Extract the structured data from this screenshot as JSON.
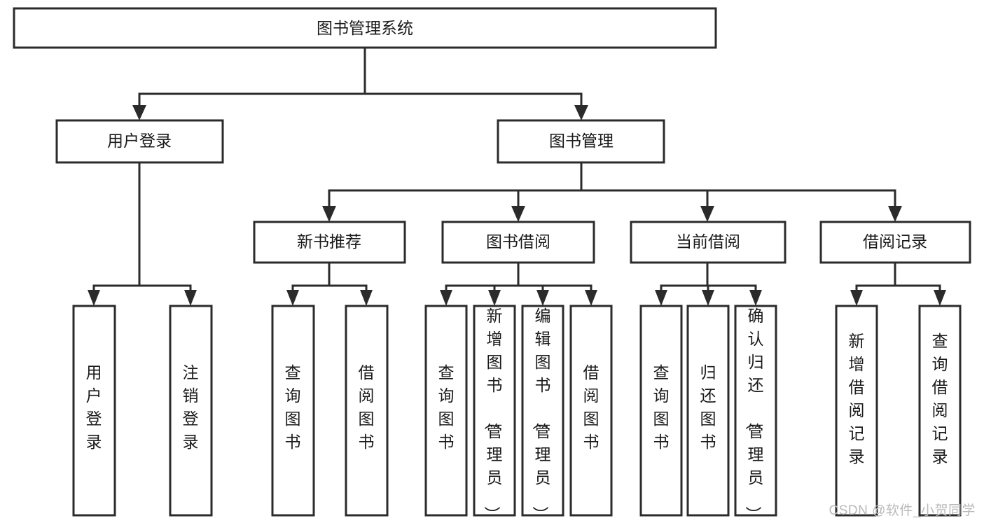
{
  "diagram": {
    "type": "tree-hierarchy-chart",
    "orientation": "top-down",
    "levels": 4,
    "root": {
      "id": "root",
      "label": "图书管理系统"
    },
    "level1": [
      {
        "id": "user-login",
        "label": "用户登录"
      },
      {
        "id": "book-management",
        "label": "图书管理"
      }
    ],
    "level2": [
      {
        "id": "new-book-recommend",
        "label": "新书推荐",
        "parent": "book-management"
      },
      {
        "id": "book-borrow",
        "label": "图书借阅",
        "parent": "book-management"
      },
      {
        "id": "current-borrow",
        "label": "当前借阅",
        "parent": "book-management"
      },
      {
        "id": "borrow-record",
        "label": "借阅记录",
        "parent": "book-management"
      }
    ],
    "leaves": [
      {
        "id": "leaf-user-login",
        "label": "用户登录",
        "parent": "user-login"
      },
      {
        "id": "leaf-logout-login",
        "label": "注销登录",
        "parent": "user-login"
      },
      {
        "id": "leaf-query-book-1",
        "label": "查询图书",
        "parent": "new-book-recommend"
      },
      {
        "id": "leaf-borrow-book-1",
        "label": "借阅图书",
        "parent": "new-book-recommend"
      },
      {
        "id": "leaf-query-book-2",
        "label": "查询图书",
        "parent": "book-borrow"
      },
      {
        "id": "leaf-add-book",
        "label": "新增图书（管理员）",
        "parent": "book-borrow"
      },
      {
        "id": "leaf-edit-book",
        "label": "编辑图书（管理员）",
        "parent": "book-borrow"
      },
      {
        "id": "leaf-borrow-book-2",
        "label": "借阅图书",
        "parent": "book-borrow"
      },
      {
        "id": "leaf-query-book-3",
        "label": "查询图书",
        "parent": "current-borrow"
      },
      {
        "id": "leaf-return-book",
        "label": "归还图书",
        "parent": "current-borrow"
      },
      {
        "id": "leaf-confirm-return",
        "label": "确认归还（管理员）",
        "parent": "current-borrow"
      },
      {
        "id": "leaf-add-record",
        "label": "新增借阅记录",
        "parent": "borrow-record"
      },
      {
        "id": "leaf-query-record",
        "label": "查询借阅记录",
        "parent": "borrow-record"
      }
    ],
    "colors": {
      "box_stroke": "#2b2b2b",
      "box_fill": "#ffffff",
      "connector": "#2b2b2b",
      "text": "#1a1a1a",
      "background": "#ffffff",
      "watermark": "#b9b9b9"
    }
  },
  "watermark": {
    "text": "CSDN @软件_小贺同学"
  }
}
